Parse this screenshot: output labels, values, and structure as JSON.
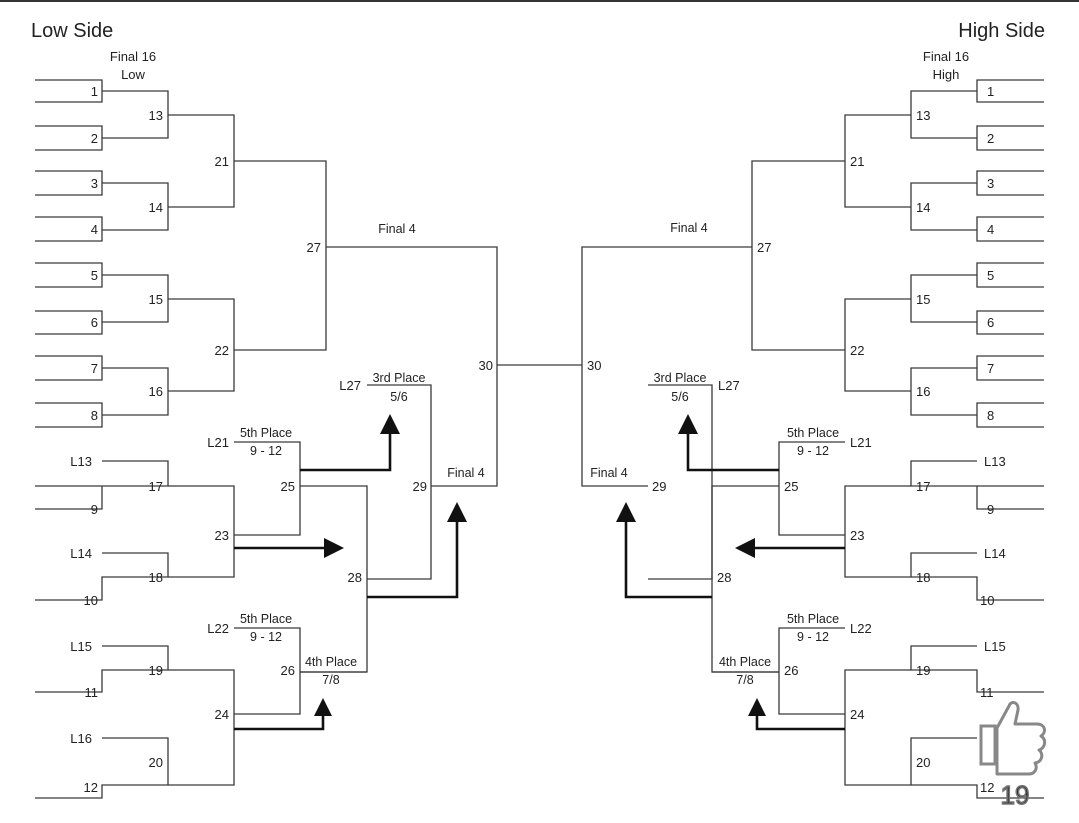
{
  "sides": {
    "low": "Low Side",
    "high": "High Side"
  },
  "headers": {
    "low": [
      "Final 16",
      "Low"
    ],
    "high": [
      "Final 16",
      "High"
    ]
  },
  "seeds": [
    "1",
    "2",
    "3",
    "4",
    "5",
    "6",
    "7",
    "8",
    "9",
    "10",
    "11",
    "12"
  ],
  "low_round1": [
    "13",
    "14",
    "15",
    "16"
  ],
  "low_round2": [
    "21",
    "22"
  ],
  "losers": {
    "l13": "L13",
    "l14": "L14",
    "l15": "L15",
    "l16": "L16",
    "l21": "L21",
    "l22": "L22",
    "l27": "L27"
  },
  "lower_games": {
    "g17": "17",
    "g18": "18",
    "g19": "19",
    "g20": "20",
    "g23": "23",
    "g24": "24",
    "g25": "25",
    "g26": "26",
    "g27": "27",
    "g28": "28",
    "g29": "29",
    "g30": "30"
  },
  "places": {
    "fifth": "5th Place",
    "fifth_range": "9 - 12",
    "third": "3rd Place",
    "third_range": "5/6",
    "fourth": "4th Place",
    "fourth_range": "7/8",
    "final4": "Final 4"
  },
  "overlay": {
    "count": "19",
    "icon": "thumbs-up-icon"
  }
}
